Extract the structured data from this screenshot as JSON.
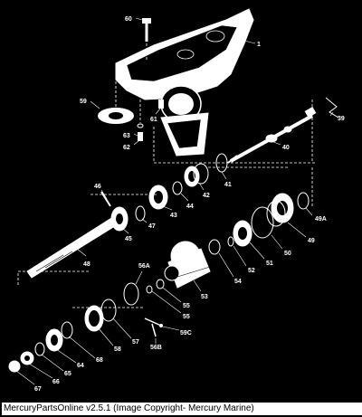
{
  "callouts": {
    "c60": "60",
    "c1": "1",
    "c59": "59",
    "c61": "61",
    "c63": "63",
    "c62": "62",
    "c39": "39",
    "c40": "40",
    "c41": "41",
    "c42": "42",
    "c44": "44",
    "c43": "43",
    "c46": "46",
    "c47": "47",
    "c45": "45",
    "c48": "48",
    "c49A": "49A",
    "c49": "49",
    "c50": "50",
    "c51": "51",
    "c52": "52",
    "c54": "54",
    "c53": "53",
    "c56A": "56A",
    "c55": "55",
    "c57": "57",
    "c58": "58",
    "c59C": "59C",
    "c56B": "56B",
    "c68": "68",
    "c64": "64",
    "c65": "65",
    "c66": "66",
    "c67": "67"
  },
  "caption": "MercuryPartsOnline v2.5.1 (Image Copyright- Mercury Marine)"
}
